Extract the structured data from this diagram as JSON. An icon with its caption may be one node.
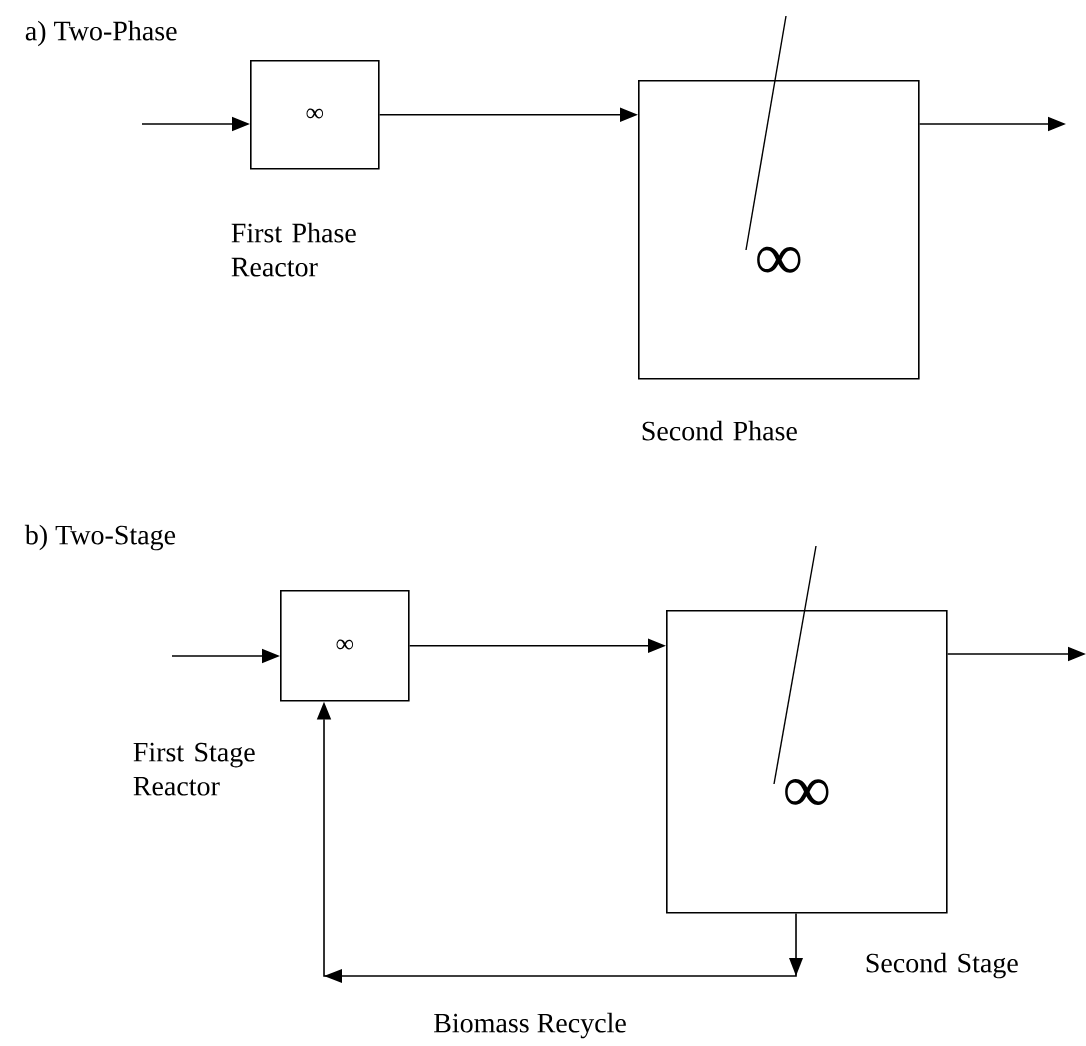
{
  "diagram": {
    "nodes": [
      {
        "text": [
          "∞"
        ],
        "beside": [
          "First Phase Reactor"
        ]
      },
      {
        "text": [
          "∞"
        ],
        "beside": [
          "Second Phase"
        ]
      },
      {
        "text": [
          "∞"
        ],
        "beside": [
          "First Stage Reactor"
        ]
      },
      {
        "text": [
          "∞"
        ],
        "beside": [
          "Second Stage"
        ]
      }
    ],
    "edges": [
      {
        "from": null,
        "to": 0,
        "arrow": "to"
      },
      {
        "from": 0,
        "to": 1,
        "arrow": "to"
      },
      {
        "from": 1,
        "to": null,
        "arrow": "to"
      },
      {
        "from": null,
        "to": 2,
        "arrow": "to"
      },
      {
        "from": 2,
        "to": 3,
        "arrow": "to"
      },
      {
        "from": 3,
        "to": null,
        "arrow": "to"
      },
      {
        "from": 3,
        "to": 2,
        "arrow": "to",
        "label": "Biomass Recycle"
      }
    ],
    "labels": [
      "a) Two-Phase",
      "b) Two-Stage"
    ]
  }
}
